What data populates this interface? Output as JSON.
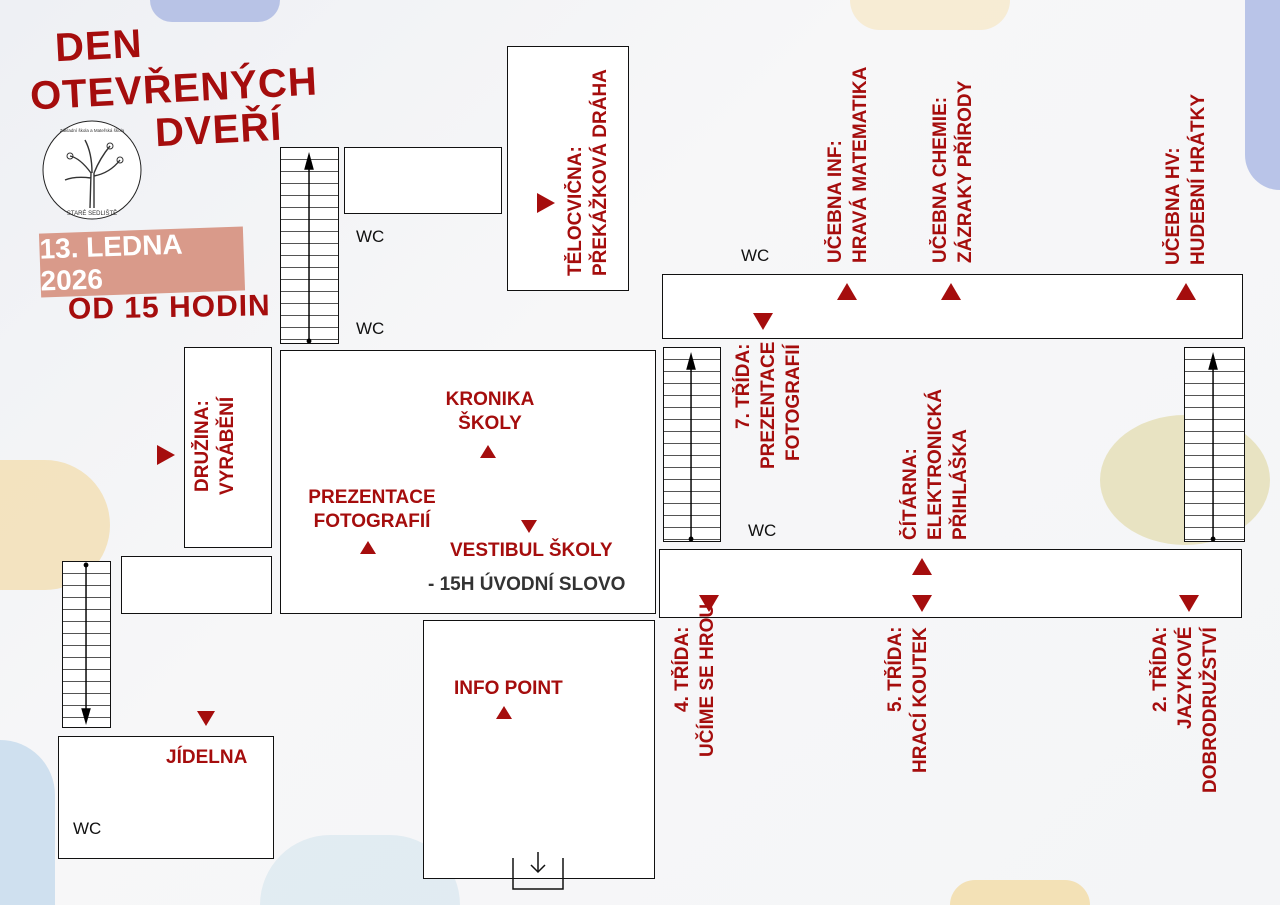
{
  "header": {
    "title_lines": [
      "DEN",
      "OTEVŘENÝCH",
      "DVEŘÍ"
    ],
    "date": "13. LEDNA 2026",
    "time": "OD 15 HODIN",
    "logo": {
      "top_text": "Základní škola a Mateřská škola",
      "bottom_text": "STARÉ SEDLIŠTĚ"
    }
  },
  "colors": {
    "accent": "#a50d0d",
    "date_badge": "#d99a8a"
  },
  "rooms": {
    "telocvicna": [
      "TĚLOCVIČNA:",
      "PŘEKÁŽKOVÁ DRÁHA"
    ],
    "ucebna_inf": [
      "UČEBNA INF:",
      "HRAVÁ MATEMATIKA"
    ],
    "ucebna_chemie": [
      "UČEBNA CHEMIE:",
      "ZÁZRAKY PŘÍRODY"
    ],
    "ucebna_hv": [
      "UČEBNA HV:",
      "HUDEBNÍ HRÁTKY"
    ],
    "trida7": [
      "7. TŘÍDA:",
      "PREZENTACE",
      "FOTOGRAFIÍ"
    ],
    "citarna": [
      "ČÍTÁRNA:",
      "ELEKTRONICKÁ",
      "PŘIHLÁŠKA"
    ],
    "trida4": [
      "4. TŘÍDA:",
      "UČÍME SE HROU"
    ],
    "trida5": [
      "5. TŘÍDA:",
      "HRACÍ KOUTEK"
    ],
    "trida2": [
      "2. TŘÍDA:",
      "JAZYKOVÉ",
      "DOBRODRUŽSTVÍ"
    ],
    "druzina": [
      "DRUŽINA:",
      "VYRÁBĚNÍ"
    ],
    "kronika": [
      "KRONIKA",
      "ŠKOLY"
    ],
    "prezentace": [
      "PREZENTACE",
      "FOTOGRAFIÍ"
    ],
    "vestibul": "VESTIBUL ŠKOLY",
    "uvodni_slovo": "- 15H ÚVODNÍ SLOVO",
    "info_point": "INFO POINT",
    "jidelna": "JÍDELNA",
    "wc": "WC"
  }
}
